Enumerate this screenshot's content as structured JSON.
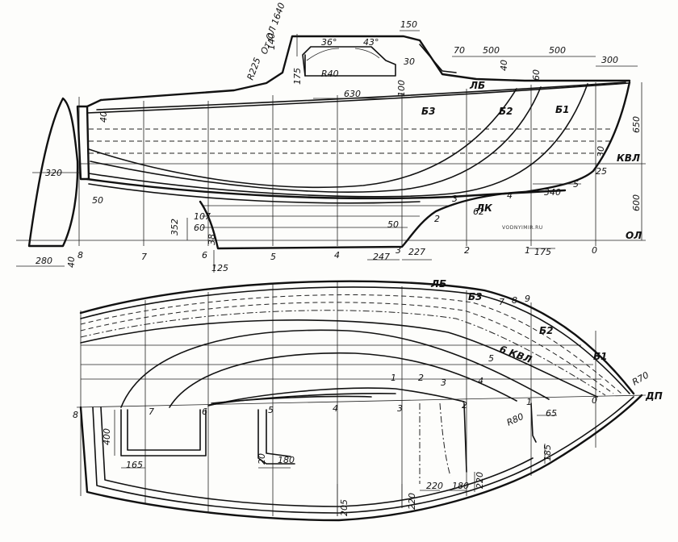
{
  "profile": {
    "stations": [
      "8",
      "7",
      "6",
      "5",
      "4",
      "3",
      "2",
      "1",
      "0"
    ],
    "lines": {
      "lb": "ЛБ",
      "b3": "Б3",
      "b2": "Б2",
      "b1": "Б1",
      "kvl": "КВЛ",
      "lk": "ЛК",
      "ol": "ОЛ"
    },
    "callouts": {
      "from_ol": "От ОЛ 1640",
      "r225": "R225",
      "r40": "R40",
      "ang36": "36°",
      "ang43": "43°"
    },
    "dims": [
      "140",
      "150",
      "175",
      "630",
      "30",
      "100",
      "70",
      "500",
      "40",
      "500",
      "300",
      "60",
      "650",
      "30",
      "25",
      "340",
      "600",
      "320",
      "50",
      "352",
      "107",
      "60",
      "38",
      "125",
      "50",
      "62",
      "247",
      "227",
      "175",
      "280",
      "40",
      "40",
      "3",
      "2",
      "4",
      "5"
    ]
  },
  "plan": {
    "stations": [
      "8",
      "7",
      "6",
      "5",
      "4",
      "3",
      "2",
      "1",
      "0"
    ],
    "lines": {
      "lb": "ЛБ",
      "b3": "Б3",
      "b2": "Б2",
      "b1": "Б1",
      "kvl": "6 КВЛ",
      "dp": "ДП",
      "r70": "R70",
      "r80": "R80"
    },
    "waterlines": [
      "1",
      "2",
      "3",
      "4",
      "5",
      "7",
      "8",
      "9"
    ],
    "dims": [
      "400",
      "165",
      "20",
      "180",
      "205",
      "220",
      "220",
      "180",
      "220",
      "65",
      "185"
    ]
  },
  "watermark": "VODNYIMIR.RU"
}
